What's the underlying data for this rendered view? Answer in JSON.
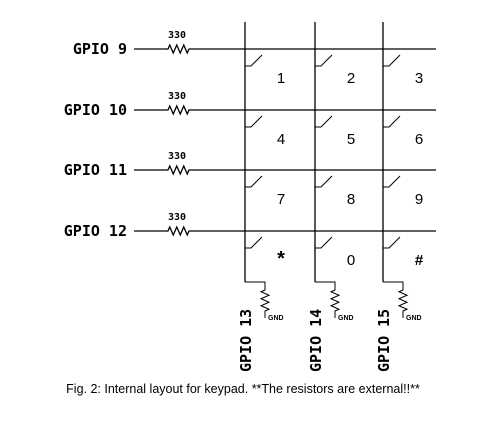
{
  "rows": [
    {
      "gpio": "GPIO 9",
      "resistor": "330"
    },
    {
      "gpio": "GPIO 10",
      "resistor": "330"
    },
    {
      "gpio": "GPIO 11",
      "resistor": "330"
    },
    {
      "gpio": "GPIO 12",
      "resistor": "330"
    }
  ],
  "columns": [
    {
      "gpio": "GPIO 13",
      "gnd": "GND"
    },
    {
      "gpio": "GPIO 14",
      "gnd": "GND"
    },
    {
      "gpio": "GPIO 15",
      "gnd": "GND"
    }
  ],
  "keys": [
    [
      "1",
      "2",
      "3"
    ],
    [
      "4",
      "5",
      "6"
    ],
    [
      "7",
      "8",
      "9"
    ],
    [
      "*",
      "0",
      "#"
    ]
  ],
  "caption": "Fig. 2: Internal layout for keypad. **The resistors are external!!**"
}
